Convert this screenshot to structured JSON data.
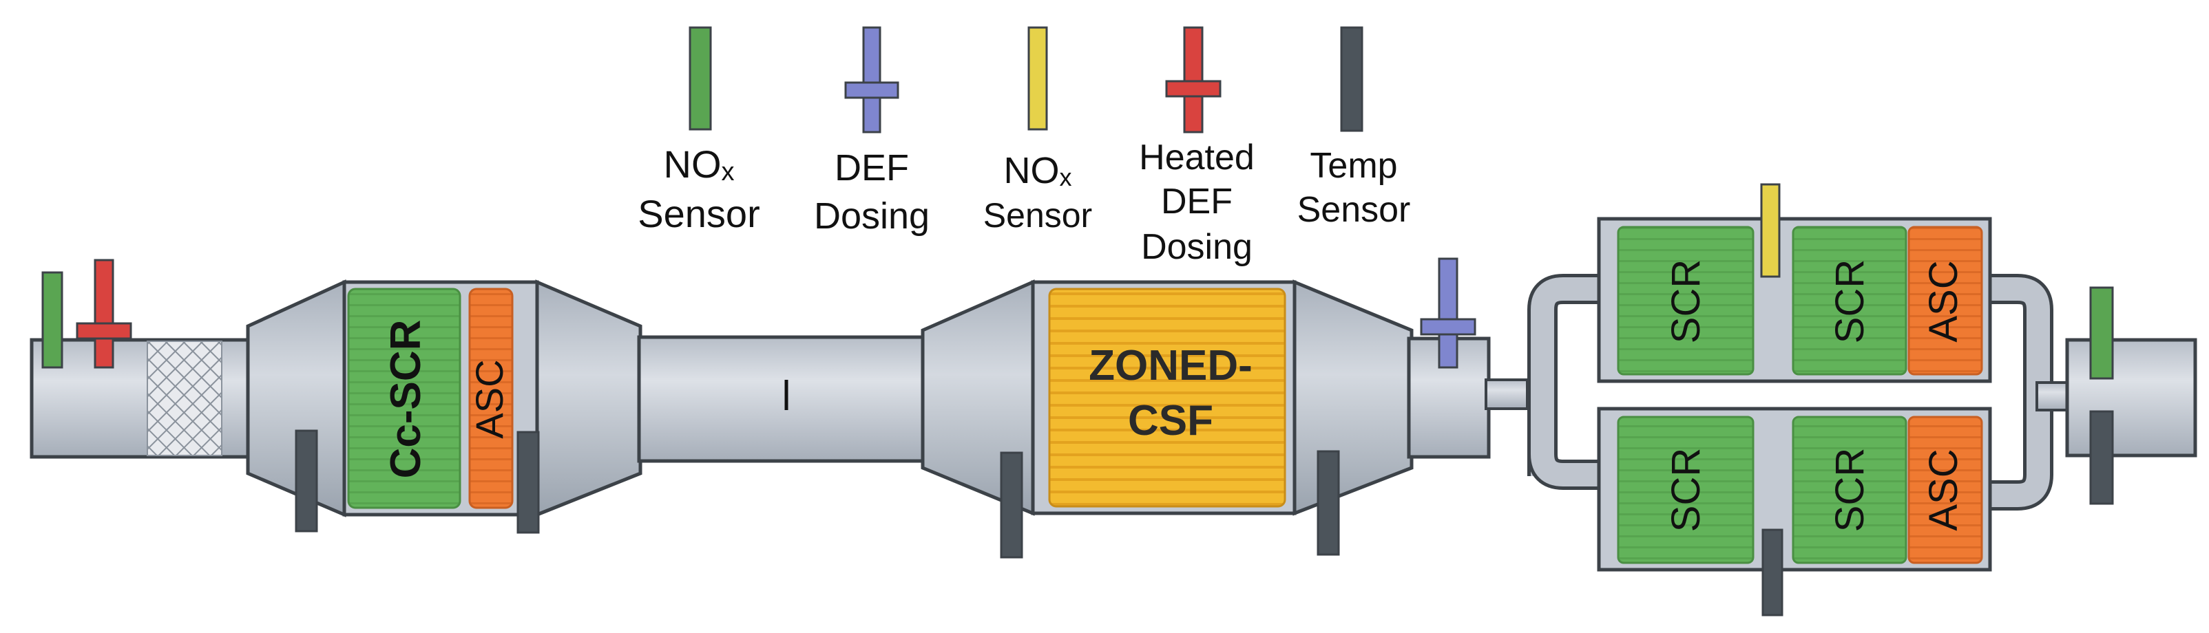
{
  "legend": [
    {
      "id": "nox1",
      "lines": [
        "NO",
        "Sensor"
      ],
      "sub": "x",
      "color": "#5aa552",
      "icon": "nox-sensor-icon"
    },
    {
      "id": "def",
      "lines": [
        "DEF",
        "Dosing"
      ],
      "color": "#7f86cf",
      "icon": "def-dosing-icon"
    },
    {
      "id": "nox2",
      "lines": [
        "NO",
        "Sensor"
      ],
      "sub": "x",
      "color": "#e6d24a",
      "icon": "nox-sensor-icon"
    },
    {
      "id": "heated",
      "lines": [
        "Heated",
        "DEF",
        "Dosing"
      ],
      "color": "#d9433f",
      "icon": "heated-def-dosing-icon"
    },
    {
      "id": "temp",
      "lines": [
        "Temp",
        "Sensor"
      ],
      "color": "#4c545b",
      "icon": "temp-sensor-icon"
    }
  ],
  "components": {
    "ccscr": "Cc-SCR",
    "asc": "ASC",
    "zoned_line1": "ZONED-",
    "zoned_line2": "CSF",
    "scr": "SCR"
  },
  "colors": {
    "pipe": "#c9ced6",
    "pipe_dark": "#a9b0ba",
    "outline": "#3c4248",
    "scr_green": "#5faf57",
    "asc_orange": "#ef7a32",
    "csf_yellow": "#efb52b",
    "sensor_dark": "#4c545b"
  }
}
